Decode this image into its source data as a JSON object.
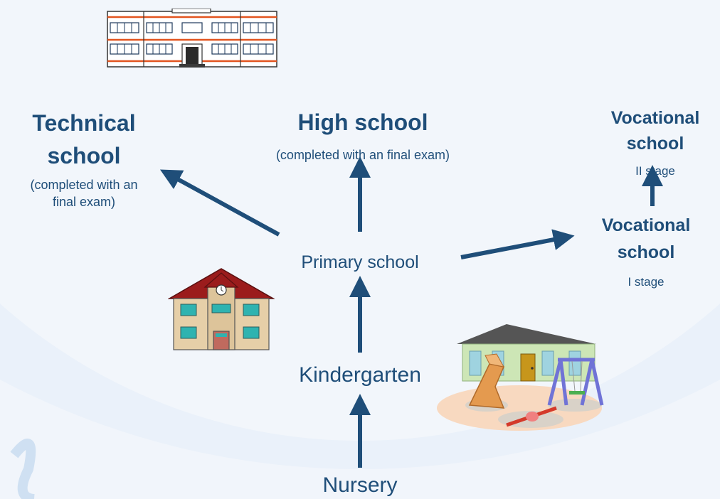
{
  "diagram": {
    "arrow_color": "#1f4e79",
    "text_color": "#1f4e79",
    "nodes": {
      "technical_school": {
        "title_line1": "Technical",
        "title_line2": "school",
        "note_line1": "(completed with an",
        "note_line2": "final exam)"
      },
      "high_school": {
        "title": "High school",
        "note": "(completed with an final exam)"
      },
      "vocational_school_stage2": {
        "title_line1": "Vocational",
        "title_line2": "school",
        "stage": "II stage"
      },
      "vocational_school_stage1": {
        "title_line1": "Vocational",
        "title_line2": "school",
        "stage": "I stage"
      },
      "primary_school": {
        "title": "Primary school"
      },
      "kindergarten": {
        "title": "Kindergarten"
      },
      "nursery": {
        "title": "Nursery"
      }
    },
    "edges": [
      {
        "from": "Nursery",
        "to": "Kindergarten"
      },
      {
        "from": "Kindergarten",
        "to": "Primary school"
      },
      {
        "from": "Primary school",
        "to": "High school"
      },
      {
        "from": "Primary school",
        "to": "Technical school"
      },
      {
        "from": "Primary school",
        "to": "Vocational school I stage"
      },
      {
        "from": "Vocational school I stage",
        "to": "Vocational school II stage"
      }
    ],
    "illustrations": [
      "large-school-building-icon",
      "small-school-house-icon",
      "playground-icon"
    ]
  }
}
